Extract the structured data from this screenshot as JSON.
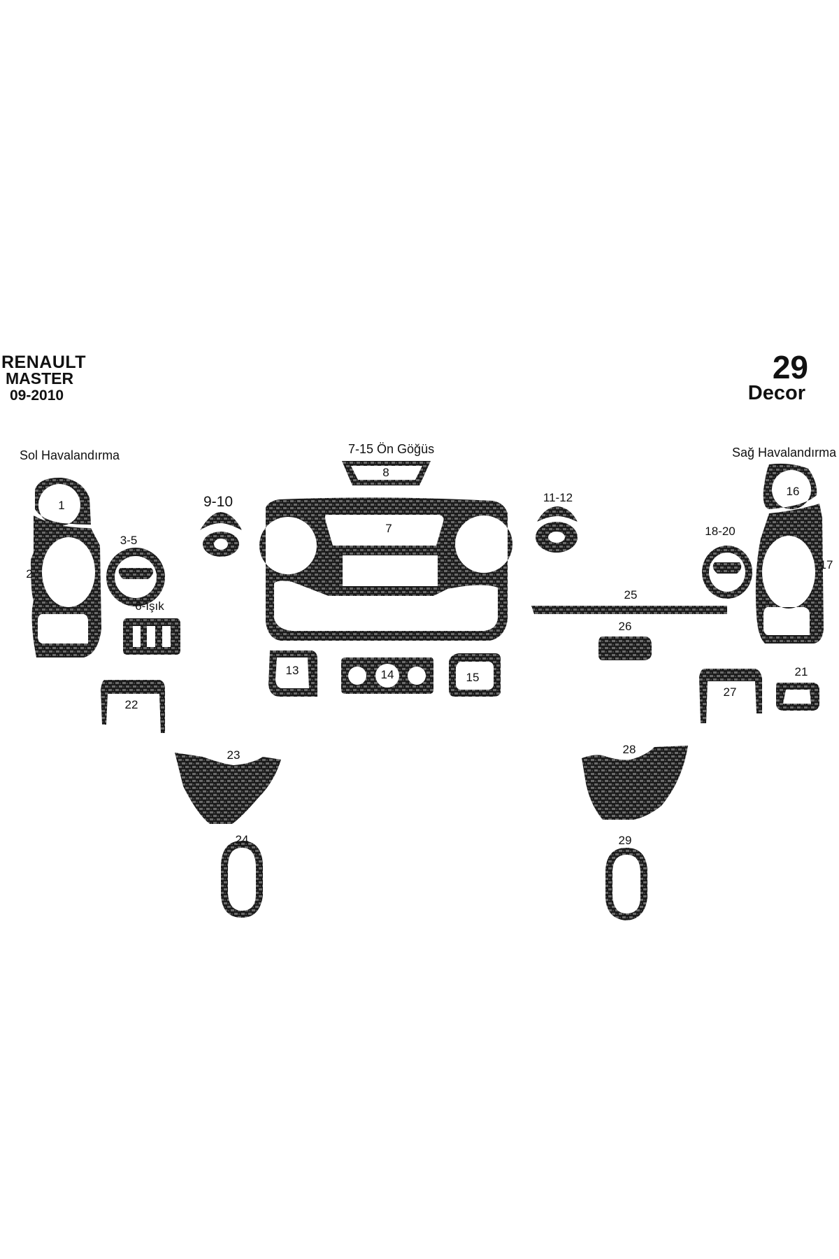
{
  "header": {
    "brand": "RENAULT",
    "model": "MASTER",
    "years": "09-2010",
    "kit_number": "29",
    "kit_type": "Decor"
  },
  "groups": {
    "left_vents": "Sol Havalandırma",
    "front_console": "7-15 Ön Göğüs",
    "right_vents": "Sağ Havalandırma"
  },
  "parts": {
    "p1": "1",
    "p2": "2",
    "p3_5": "3-5",
    "p6": "6-Işık",
    "p7": "7",
    "p8": "8",
    "p9_10": "9-10",
    "p11_12": "11-12",
    "p13": "13",
    "p14": "14",
    "p15": "15",
    "p16": "16",
    "p17": "17",
    "p18_20": "18-20",
    "p21": "21",
    "p22": "22",
    "p23": "23",
    "p24": "24",
    "p25": "25",
    "p26": "26",
    "p27": "27",
    "p28": "28",
    "p29": "29"
  },
  "colors": {
    "carbon_dark": "#1b1b1b",
    "carbon_light": "#6a6a6a",
    "background": "#ffffff"
  }
}
